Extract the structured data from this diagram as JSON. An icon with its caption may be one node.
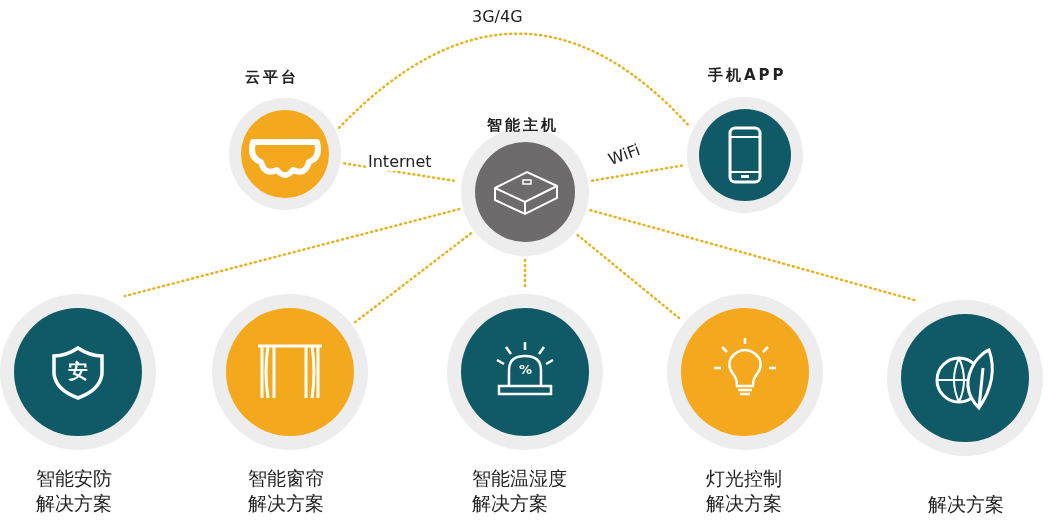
{
  "diagram": {
    "nodes": [
      {
        "text": [
          "云平台"
        ]
      },
      {
        "text": [
          "智能主机"
        ]
      },
      {
        "text": [
          "手机APP"
        ]
      },
      {
        "text": [
          "智能安防解决方案"
        ]
      },
      {
        "text": [
          "智能窗帘解决方案"
        ]
      },
      {
        "text": [
          "智能温湿度解决方案"
        ]
      },
      {
        "text": [
          "灯光控制解决方案"
        ]
      },
      {
        "text": [
          "解决方案"
        ]
      }
    ],
    "edges": [
      {
        "from": 0,
        "to": 2,
        "arrow": "none",
        "label": "3G/4G"
      },
      {
        "from": 0,
        "to": 1,
        "arrow": "none",
        "label": "Internet"
      },
      {
        "from": 1,
        "to": 2,
        "arrow": "none",
        "label": "WiFi"
      },
      {
        "from": 1,
        "to": 3,
        "arrow": "none"
      },
      {
        "from": 1,
        "to": 4,
        "arrow": "none"
      },
      {
        "from": 1,
        "to": 5,
        "arrow": "none"
      },
      {
        "from": 1,
        "to": 6,
        "arrow": "none"
      },
      {
        "from": 1,
        "to": 7,
        "arrow": "none"
      }
    ],
    "labels": [
      "安",
      "%"
    ]
  }
}
